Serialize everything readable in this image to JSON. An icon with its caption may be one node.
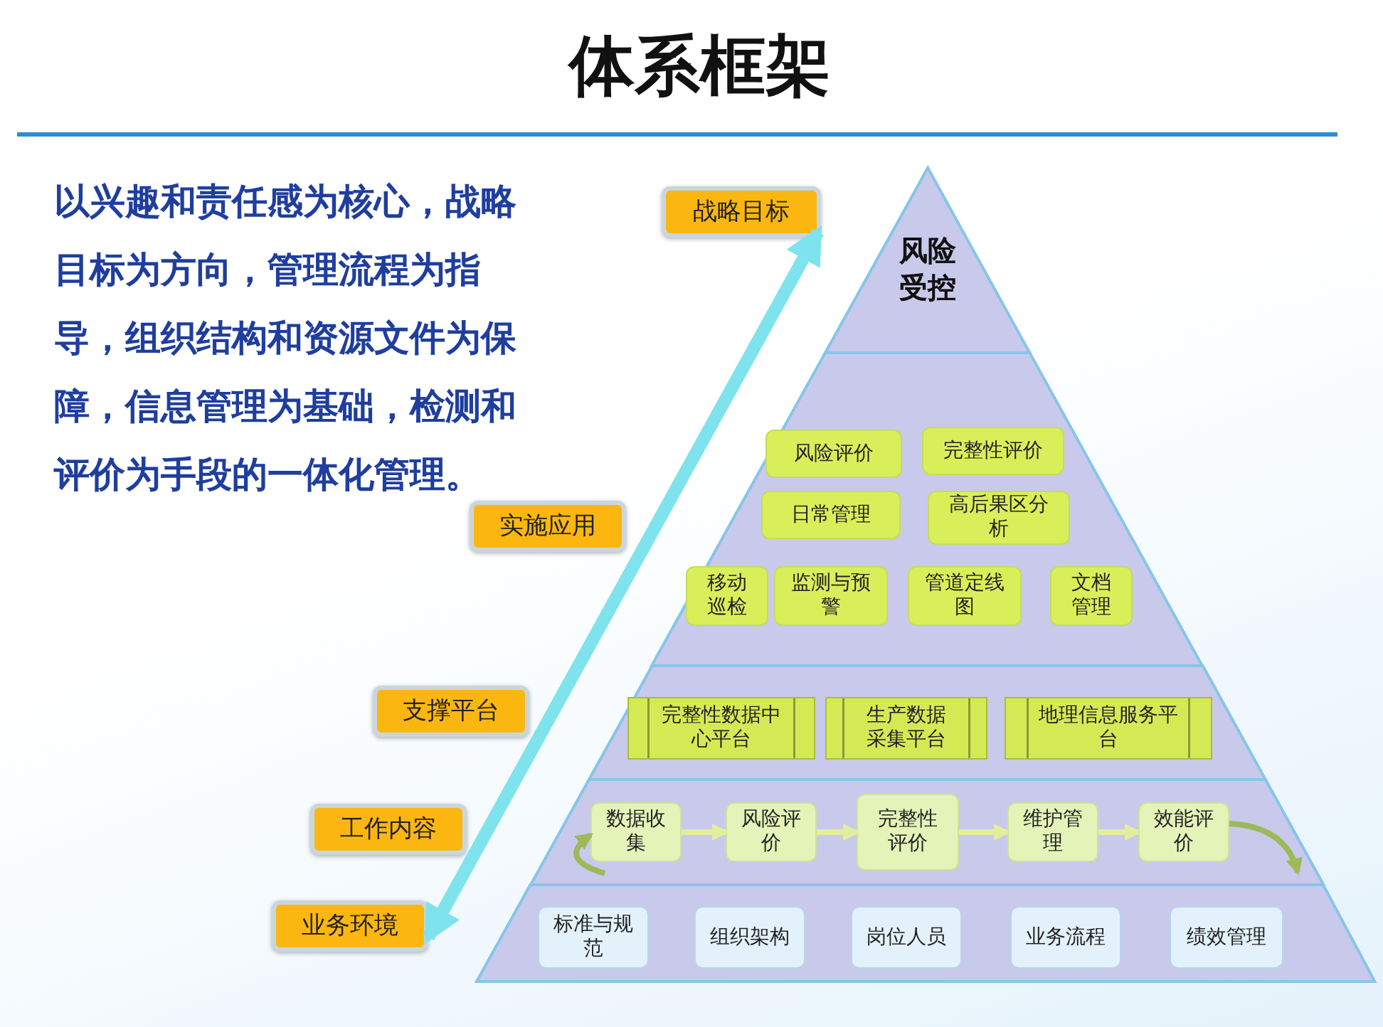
{
  "diagram": {
    "title": "体系框架",
    "nodes": [
      {
        "text": [
          "战略目标"
        ]
      },
      {
        "text": [
          "风险受控"
        ]
      },
      {
        "text": [],
        "shape": "band"
      },
      {
        "text": [
          "风险评价"
        ],
        "in": 2
      },
      {
        "text": [
          "完整性评价"
        ],
        "in": 2
      },
      {
        "text": [
          "日常管理"
        ],
        "in": 2
      },
      {
        "text": [
          "高后果区分析"
        ],
        "in": 2
      },
      {
        "text": [
          "移动巡检"
        ],
        "in": 2
      },
      {
        "text": [
          "监测与预警"
        ],
        "in": 2
      },
      {
        "text": [
          "管道定线图"
        ],
        "in": 2
      },
      {
        "text": [
          "文档管理"
        ],
        "in": 2
      },
      {
        "text": [
          "实施应用"
        ]
      },
      {
        "text": [],
        "shape": "band"
      },
      {
        "text": [
          "完整性数据中心平台"
        ],
        "in": 12
      },
      {
        "text": [
          "生产数据采集平台"
        ],
        "in": 12
      },
      {
        "text": [
          "地理信息服务平台"
        ],
        "in": 12
      },
      {
        "text": [
          "支撑平台"
        ]
      },
      {
        "text": [],
        "shape": "band"
      },
      {
        "text": [
          "数据收集"
        ],
        "in": 17
      },
      {
        "text": [
          "风险评价"
        ],
        "in": 17
      },
      {
        "text": [
          "完整性评价"
        ],
        "in": 17
      },
      {
        "text": [
          "维护管理"
        ],
        "in": 17
      },
      {
        "text": [
          "效能评价"
        ],
        "in": 17
      },
      {
        "text": [
          "工作内容"
        ]
      },
      {
        "text": [],
        "shape": "band"
      },
      {
        "text": [
          "标准与规范"
        ],
        "in": 24
      },
      {
        "text": [
          "组织架构"
        ],
        "in": 24
      },
      {
        "text": [
          "岗位人员"
        ],
        "in": 24
      },
      {
        "text": [
          "业务流程"
        ],
        "in": 24
      },
      {
        "text": [
          "绩效管理"
        ],
        "in": 24
      },
      {
        "text": [
          "业务环境"
        ]
      }
    ],
    "edges": [
      {
        "from": 30,
        "to": 0,
        "arrow": "both",
        "style": "thick",
        "color": "#7fe3ee"
      },
      {
        "from": null,
        "to": 18,
        "arrow": "to",
        "color": "#9db95a"
      },
      {
        "from": 18,
        "to": 19,
        "arrow": "to"
      },
      {
        "from": 19,
        "to": 20,
        "arrow": "to"
      },
      {
        "from": 20,
        "to": 21,
        "arrow": "to"
      },
      {
        "from": 21,
        "to": 22,
        "arrow": "to"
      },
      {
        "from": 22,
        "to": null,
        "arrow": "to",
        "color": "#9db95a"
      }
    ],
    "labels": [
      "以兴趣和责任感为核心，战略目标为方向，管理流程为指导，组织结构和资源文件为保障，信息管理为基础，检测和评价为手段的一体化管理。"
    ]
  }
}
